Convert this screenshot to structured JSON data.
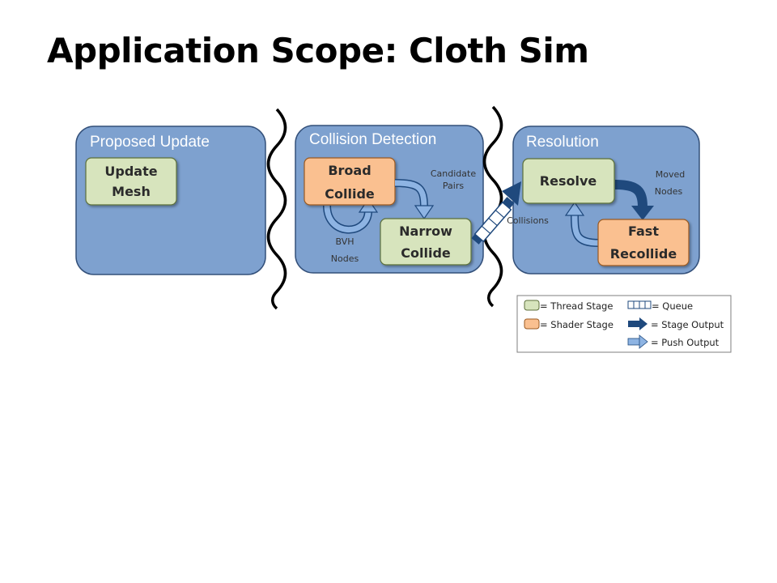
{
  "title": "Application Scope: Cloth Sim",
  "panels": {
    "proposed_update": {
      "title": "Proposed Update",
      "stages": {
        "update_mesh": [
          "Update",
          "Mesh"
        ]
      }
    },
    "collision_detection": {
      "title": "Collision Detection",
      "stages": {
        "broad_collide": [
          "Broad",
          "Collide"
        ],
        "narrow_collide": [
          "Narrow",
          "Collide"
        ]
      },
      "labels": {
        "candidate_pairs": [
          "Candidate",
          "Pairs"
        ],
        "bvh_nodes": [
          "BVH",
          "Nodes"
        ]
      }
    },
    "resolution": {
      "title": "Resolution",
      "stages": {
        "resolve": [
          "Resolve"
        ],
        "fast_recollide": [
          "Fast",
          "Recollide"
        ]
      },
      "labels": {
        "moved_nodes": [
          "Moved",
          "Nodes"
        ]
      }
    }
  },
  "collisions_label": "Collisions",
  "legend": {
    "thread_stage": "= Thread Stage",
    "shader_stage": "= Shader Stage",
    "queue": "= Queue",
    "stage_output": "= Stage Output",
    "push_output": "= Push Output"
  },
  "colors": {
    "panel_fill": "#7ea1cf",
    "panel_stroke": "#33507a",
    "thread_stage": "#d7e4bd",
    "shader_stage": "#fac090",
    "stage_output": "#1f497d",
    "push_output": "#8eb4e3"
  }
}
